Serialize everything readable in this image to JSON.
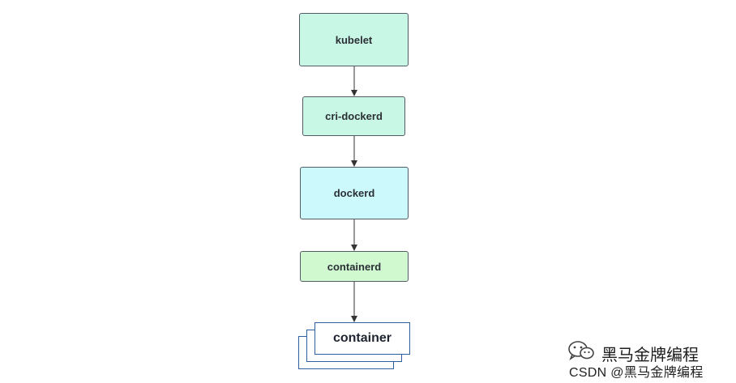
{
  "nodes": [
    {
      "id": "kubelet",
      "label": "kubelet",
      "fill": "#c9f7e5"
    },
    {
      "id": "cri-dockerd",
      "label": "cri-dockerd",
      "fill": "#c9f7e5"
    },
    {
      "id": "dockerd",
      "label": "dockerd",
      "fill": "#ccfafc"
    },
    {
      "id": "containerd",
      "label": "containerd",
      "fill": "#d0f9d0"
    },
    {
      "id": "container",
      "label": "container",
      "fill": "#ffffff"
    }
  ],
  "edges": [
    {
      "from": "kubelet",
      "to": "cri-dockerd"
    },
    {
      "from": "cri-dockerd",
      "to": "dockerd"
    },
    {
      "from": "dockerd",
      "to": "containerd"
    },
    {
      "from": "containerd",
      "to": "container"
    }
  ],
  "colors": {
    "node_border": "#555b66",
    "stack_border": "#2f5f9e",
    "arrow": "#333333"
  },
  "watermark": {
    "icon": "wechat-icon",
    "line1": "黑马金牌编程",
    "line2": "CSDN @黑马金牌编程"
  }
}
